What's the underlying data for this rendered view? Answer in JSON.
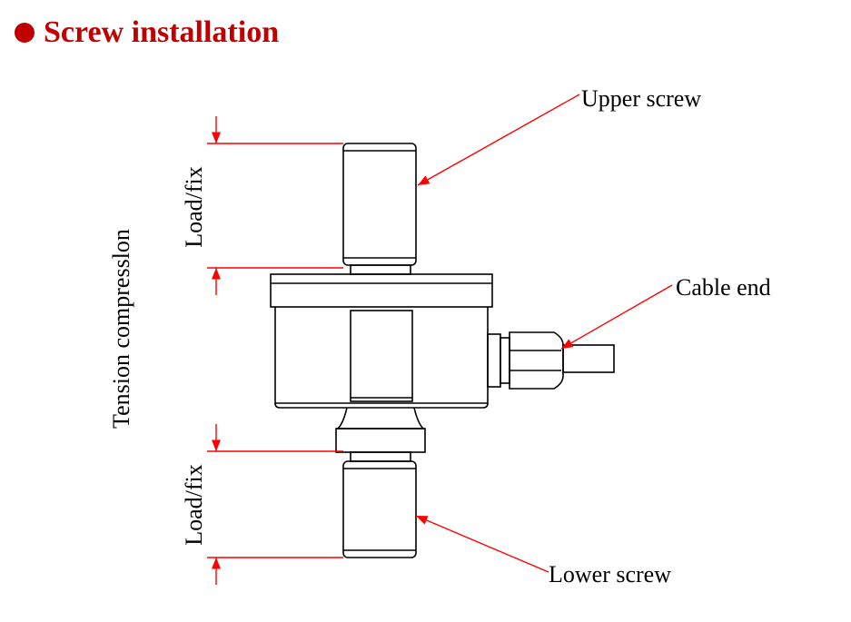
{
  "header": {
    "title": "Screw installation",
    "bullet_icon": "filled-circle-bullet"
  },
  "labels": {
    "upper_screw": "Upper screw",
    "cable_end": "Cable end",
    "lower_screw": "Lower screw",
    "load_fix_upper": "Load/fix",
    "load_fix_lower": "Load/fix",
    "tension_compression": "Tension compresslon"
  },
  "colors": {
    "title": "#C00000",
    "annotation": "#FF0000",
    "outline": "#000000"
  }
}
